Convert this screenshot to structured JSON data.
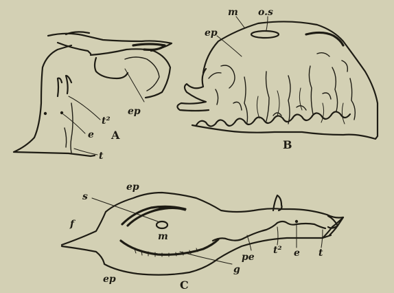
{
  "figure_a": {
    "letter": "A",
    "labels": {
      "ep": "ep",
      "t2": "t²",
      "e": "e",
      "t": "t"
    }
  },
  "figure_b": {
    "letter": "B",
    "labels": {
      "m": "m",
      "os": "o.s",
      "ep": "ep"
    }
  },
  "figure_c": {
    "letter": "C",
    "labels": {
      "ep_top": "ep",
      "s": "s",
      "f": "f",
      "m": "m",
      "pe": "pe",
      "t2": "t²",
      "e": "e",
      "t": "t",
      "g": "g",
      "ep_bottom": "ep"
    }
  },
  "colors": {
    "paper": "#d3d0b4",
    "ink": "#1e1c14"
  }
}
